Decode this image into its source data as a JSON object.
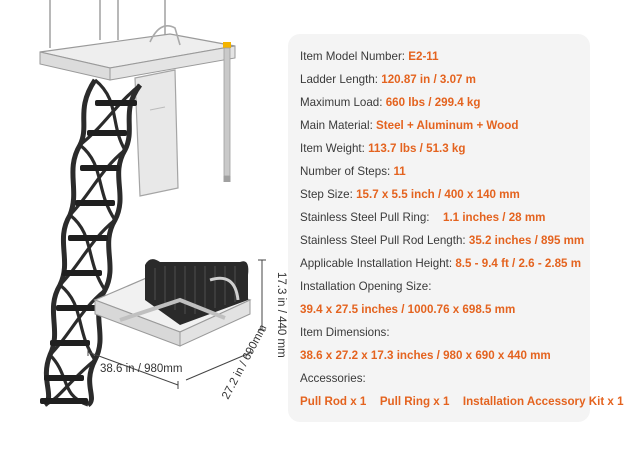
{
  "dimensions": {
    "width": "38.6 in / 980mm",
    "depth": "27.2 in / 690mm",
    "height": "17.3 in / 440 mm"
  },
  "specs": {
    "model": {
      "label": "Item Model Number:",
      "value": "E2-11"
    },
    "ladder_length": {
      "label": "Ladder Length:",
      "value": "120.87 in / 3.07 m"
    },
    "max_load": {
      "label": "Maximum Load:",
      "value": "660 lbs / 299.4 kg"
    },
    "material": {
      "label": "Main Material:",
      "value": "Steel + Aluminum + Wood"
    },
    "weight": {
      "label": "Item Weight:",
      "value": "113.7 lbs / 51.3 kg"
    },
    "steps": {
      "label": "Number of Steps:",
      "value": "11"
    },
    "step_size": {
      "label": "Step Size:",
      "value": "15.7 x 5.5 inch / 400 x 140 mm"
    },
    "pull_ring": {
      "label": "Stainless Steel Pull Ring:",
      "value": "1.1 inches / 28 mm"
    },
    "pull_rod": {
      "label": "Stainless Steel Pull Rod Length:",
      "value": "35.2 inches / 895 mm"
    },
    "install_height": {
      "label": "Applicable Installation Height:",
      "value": "8.5 - 9.4 ft / 2.6 - 2.85 m"
    },
    "opening_size": {
      "label": "Installation Opening Size:",
      "value": "39.4 x 27.5 inches / 1000.76 x 698.5 mm"
    },
    "item_dimensions": {
      "label": "Item Dimensions:",
      "value": "38.6 x 27.2 x 17.3 inches / 980 x 690 x 440 mm"
    },
    "accessories": {
      "label": "Accessories:",
      "items": [
        "Pull Rod x 1",
        "Pull Ring x 1",
        "Installation Accessory Kit x 1"
      ]
    }
  },
  "colors": {
    "accent": "#e4631f",
    "panel_background": "#f4f4f4",
    "text": "#3a3a3a",
    "ladder": "#2b2b2b",
    "frame": "#e9e9e9"
  }
}
